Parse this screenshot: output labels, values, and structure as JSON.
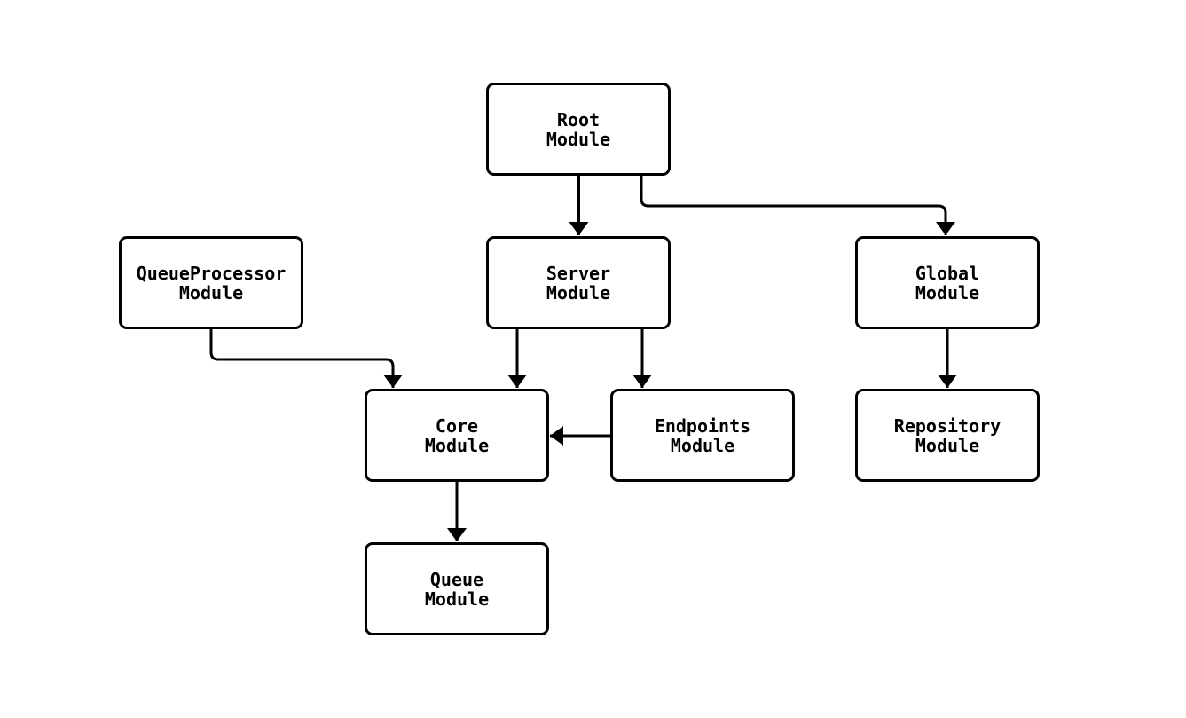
{
  "diagram": {
    "kind": "module-dependency-flowchart",
    "colors": {
      "background": "#ffffff",
      "node_fill": "#ffffff",
      "node_border": "#000000",
      "edge_stroke": "#000000",
      "text": "#000000"
    },
    "nodes": [
      {
        "id": "root",
        "title": "Root",
        "subtitle": "Module"
      },
      {
        "id": "queueprocessor",
        "title": "QueueProcessor",
        "subtitle": "Module"
      },
      {
        "id": "server",
        "title": "Server",
        "subtitle": "Module"
      },
      {
        "id": "global",
        "title": "Global",
        "subtitle": "Module"
      },
      {
        "id": "core",
        "title": "Core",
        "subtitle": "Module"
      },
      {
        "id": "endpoints",
        "title": "Endpoints",
        "subtitle": "Module"
      },
      {
        "id": "repository",
        "title": "Repository",
        "subtitle": "Module"
      },
      {
        "id": "queue",
        "title": "Queue",
        "subtitle": "Module"
      }
    ],
    "edges": [
      {
        "from": "Root Module",
        "to": "Server Module"
      },
      {
        "from": "Root Module",
        "to": "Global Module"
      },
      {
        "from": "QueueProcessor Module",
        "to": "Core Module"
      },
      {
        "from": "Server Module",
        "to": "Core Module"
      },
      {
        "from": "Server Module",
        "to": "Endpoints Module"
      },
      {
        "from": "Endpoints Module",
        "to": "Core Module"
      },
      {
        "from": "Global Module",
        "to": "Repository Module"
      },
      {
        "from": "Core Module",
        "to": "Queue Module"
      }
    ]
  }
}
